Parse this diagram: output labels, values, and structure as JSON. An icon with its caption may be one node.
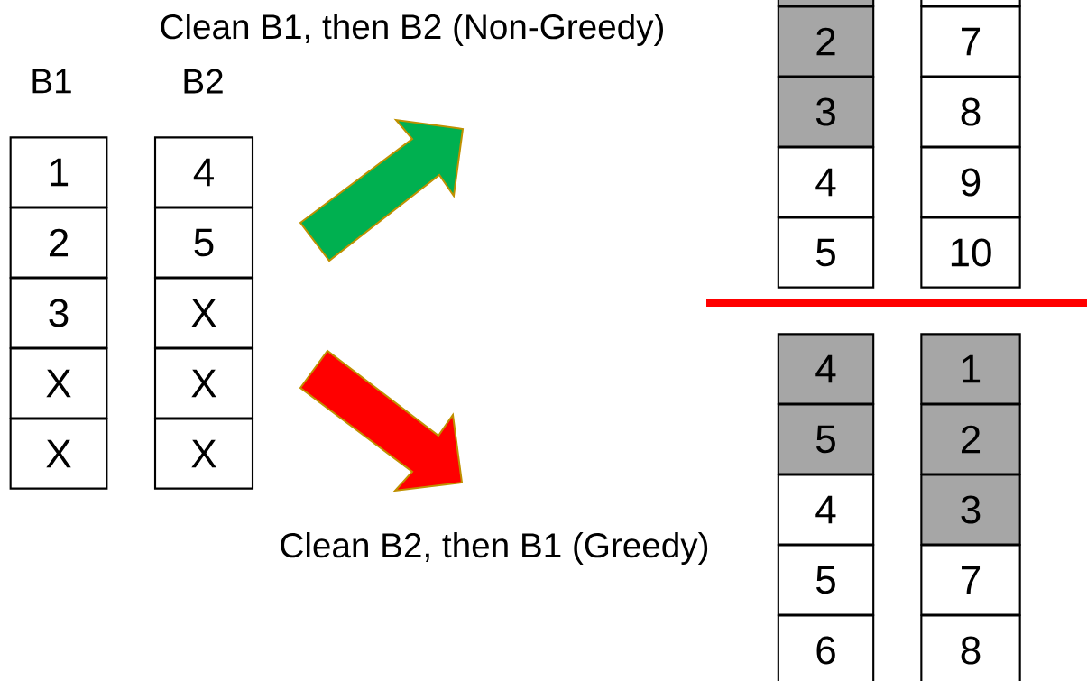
{
  "diagram": {
    "nodes": [
      {
        "text": [
          "1"
        ]
      },
      {
        "text": [
          "2"
        ]
      },
      {
        "text": [
          "3"
        ]
      },
      {
        "text": [
          "X"
        ]
      },
      {
        "text": [
          "X"
        ]
      },
      {
        "text": [
          "4"
        ]
      },
      {
        "text": [
          "5"
        ]
      },
      {
        "text": [
          "X"
        ]
      },
      {
        "text": [
          "X"
        ]
      },
      {
        "text": [
          "X"
        ]
      },
      {
        "text": [],
        "shape": "box"
      },
      {
        "text": [
          "2"
        ]
      },
      {
        "text": [
          "3"
        ]
      },
      {
        "text": [
          "4"
        ]
      },
      {
        "text": [
          "5"
        ]
      },
      {
        "text": [],
        "shape": "box"
      },
      {
        "text": [
          "7"
        ]
      },
      {
        "text": [
          "8"
        ]
      },
      {
        "text": [
          "9"
        ]
      },
      {
        "text": [
          "10"
        ]
      },
      {
        "text": [
          "4"
        ]
      },
      {
        "text": [
          "5"
        ]
      },
      {
        "text": [
          "4"
        ]
      },
      {
        "text": [
          "5"
        ]
      },
      {
        "text": [
          "6"
        ]
      },
      {
        "text": [
          "1"
        ]
      },
      {
        "text": [
          "2"
        ]
      },
      {
        "text": [
          "3"
        ]
      },
      {
        "text": [
          "7"
        ]
      },
      {
        "text": [
          "8"
        ]
      }
    ],
    "labels": [
      "Clean B1, then B2 (Non-Greedy)",
      "B1",
      "B2",
      "Clean B2, then B1 (Greedy)"
    ]
  }
}
